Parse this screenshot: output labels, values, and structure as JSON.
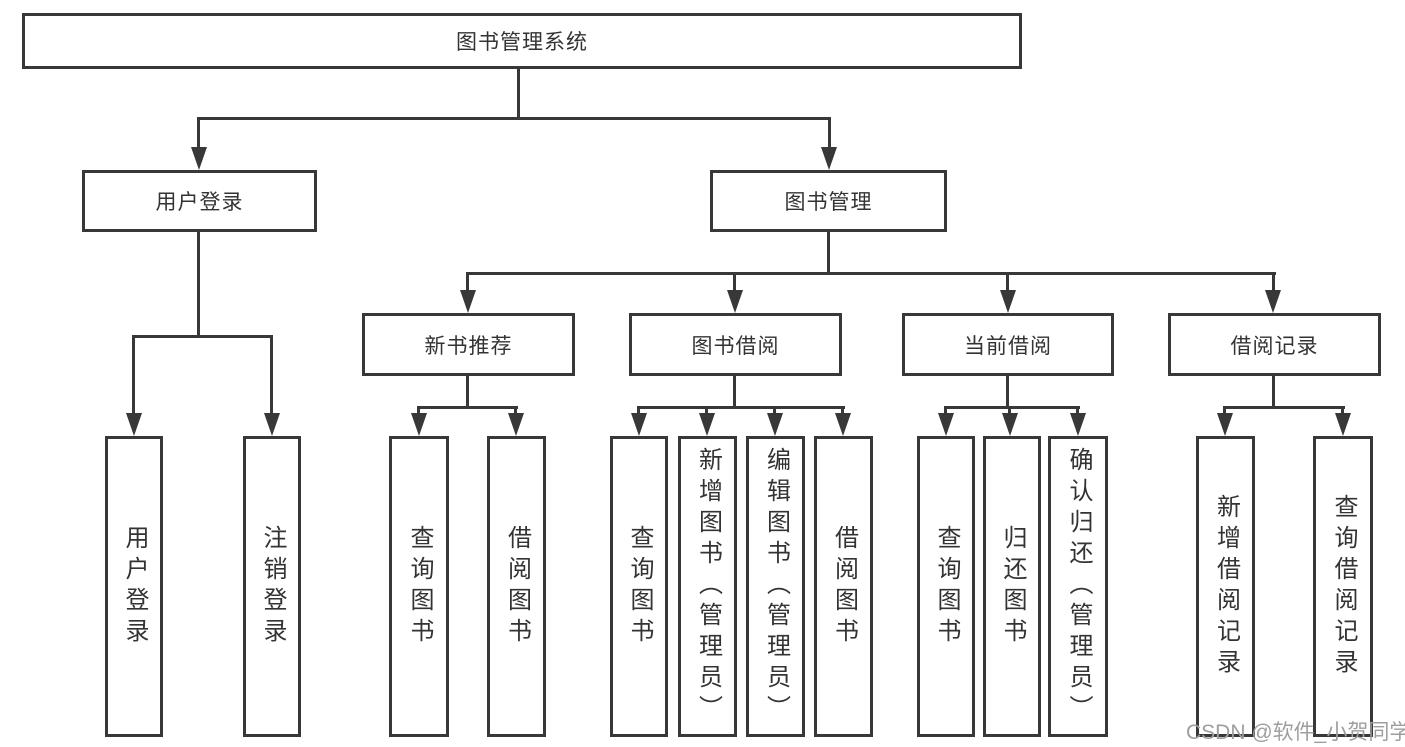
{
  "tree": {
    "root": "图书管理系统",
    "branches": [
      {
        "label": "用户登录",
        "children": [
          "用户登录",
          "注销登录"
        ]
      },
      {
        "label": "图书管理",
        "groups": [
          {
            "label": "新书推荐",
            "children": [
              "查询图书",
              "借阅图书"
            ]
          },
          {
            "label": "图书借阅",
            "children": [
              "查询图书",
              "新增图书（管理员）",
              "编辑图书（管理员）",
              "借阅图书"
            ]
          },
          {
            "label": "当前借阅",
            "children": [
              "查询图书",
              "归还图书",
              "确认归还（管理员）"
            ]
          },
          {
            "label": "借阅记录",
            "children": [
              "新增借阅记录",
              "查询借阅记录"
            ]
          }
        ]
      }
    ]
  },
  "watermark": "CSDN @软件_小贺同学",
  "colors": {
    "line": "#383838",
    "text": "#333333",
    "watermark": "#9e9e9e",
    "background": "#ffffff"
  }
}
